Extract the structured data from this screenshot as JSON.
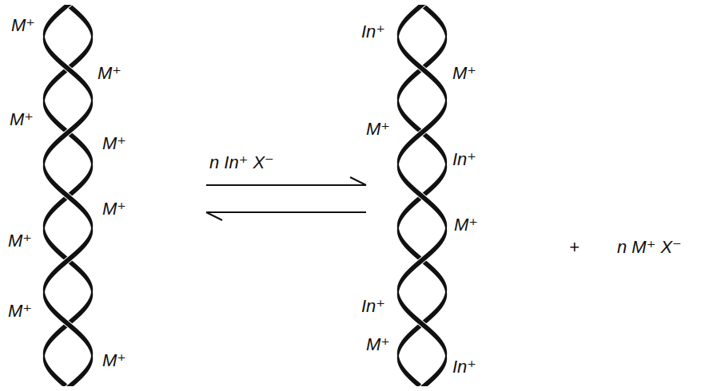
{
  "diagram": {
    "labels": [
      "M⁺",
      "M⁺",
      "M⁺",
      "M⁺",
      "M⁺",
      "M⁺",
      "M⁺",
      "M⁺",
      "n In⁺ X⁻",
      "In⁺",
      "M⁺",
      "M⁺",
      "In⁺",
      "M⁺",
      "In⁺",
      "M⁺",
      "In⁺",
      "+",
      "n M⁺ X⁻"
    ]
  }
}
